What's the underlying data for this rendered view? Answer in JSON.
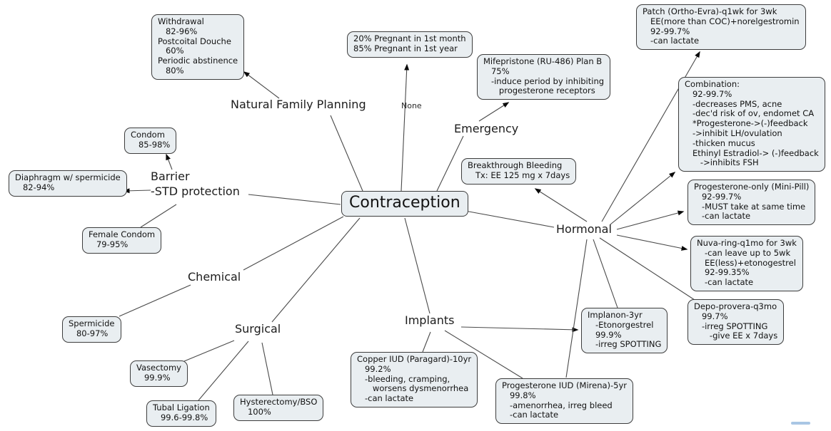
{
  "diagram": {
    "type": "concept-map",
    "topic": "Contraception"
  },
  "center": {
    "label": "Contraception"
  },
  "labels": {
    "nfp": "Natural Family Planning",
    "none": "None",
    "emergency": "Emergency",
    "hormonal": "Hormonal",
    "barrier": "Barrier\n-STD protection",
    "chemical": "Chemical",
    "surgical": "Surgical",
    "implants": "Implants"
  },
  "nodes": {
    "withdrawal": {
      "text": "Withdrawal\n   82-96%\nPostcoital Douche\n   60%\nPeriodic abstinence\n   80%"
    },
    "pregnant": {
      "text": "20% Pregnant in 1st month\n85% Pregnant in 1st year"
    },
    "mifepristone": {
      "text": "Mifepristone (RU-486) Plan B\n   75%\n   -induce period by inhibiting\n      progesterone receptors"
    },
    "patch": {
      "text": "Patch (Ortho-Evra)-q1wk for 3wk\n   EE(more than COC)+norelgestromin\n   92-99.7%\n   -can lactate"
    },
    "combination": {
      "text": "Combination:\n   92-99.7%\n   -decreases PMS, acne\n   -dec'd risk of ov, endomet CA\n   *Progesterone->(-)feedback\n   ->inhibit LH/ovulation\n   -thicken mucus\n   Ethinyl Estradiol-> (-)feedback\n      ->inhibits FSH"
    },
    "prog_only": {
      "text": "Progesterone-only (Mini-Pill)\n   92-99.7%\n   -MUST take at same time\n   -can lactate"
    },
    "nuvaring": {
      "text": "Nuva-ring-q1mo for 3wk\n   -can leave up to 5wk\n   EE(less)+etonogestrel\n   92-99.35%\n   -can lactate"
    },
    "depo": {
      "text": "Depo-provera-q3mo\n   99.7%\n   -irreg SPOTTING\n      -give EE x 7days"
    },
    "breakthrough": {
      "text": "Breakthrough Bleeding\n   Tx: EE 125 mg x 7days"
    },
    "condom": {
      "text": "Condom\n   85-98%"
    },
    "diaphragm": {
      "text": "Diaphragm w/ spermicide\n   82-94%"
    },
    "female_condom": {
      "text": "Female Condom\n   79-95%"
    },
    "spermicide": {
      "text": "Spermicide\n   80-97%"
    },
    "vasectomy": {
      "text": "Vasectomy\n   99.9%"
    },
    "tubal": {
      "text": "Tubal Ligation\n   99.6-99.8%"
    },
    "hysterectomy": {
      "text": "Hysterectomy/BSO\n   100%"
    },
    "copper_iud": {
      "text": "Copper IUD (Paragard)-10yr\n   99.2%\n   -bleeding, cramping,\n      worsens dysmenorrhea\n   -can lactate"
    },
    "mirena_iud": {
      "text": "Progesterone IUD (Mirena)-5yr\n   99.8%\n   -amenorrhea, irreg bleed\n   -can lactate"
    },
    "implanon": {
      "text": "Implanon-3yr\n   -Etonorgestrel\n   99.9%\n   -irreg SPOTTING"
    }
  },
  "colors": {
    "node_fill": "#e9eef1",
    "node_border": "#3d3d3d",
    "edge": "#4a4a4a",
    "arrowhead": "#0a0a0a",
    "scrollbar_fragment": "#a9c6e4",
    "background": "#ffffff"
  }
}
